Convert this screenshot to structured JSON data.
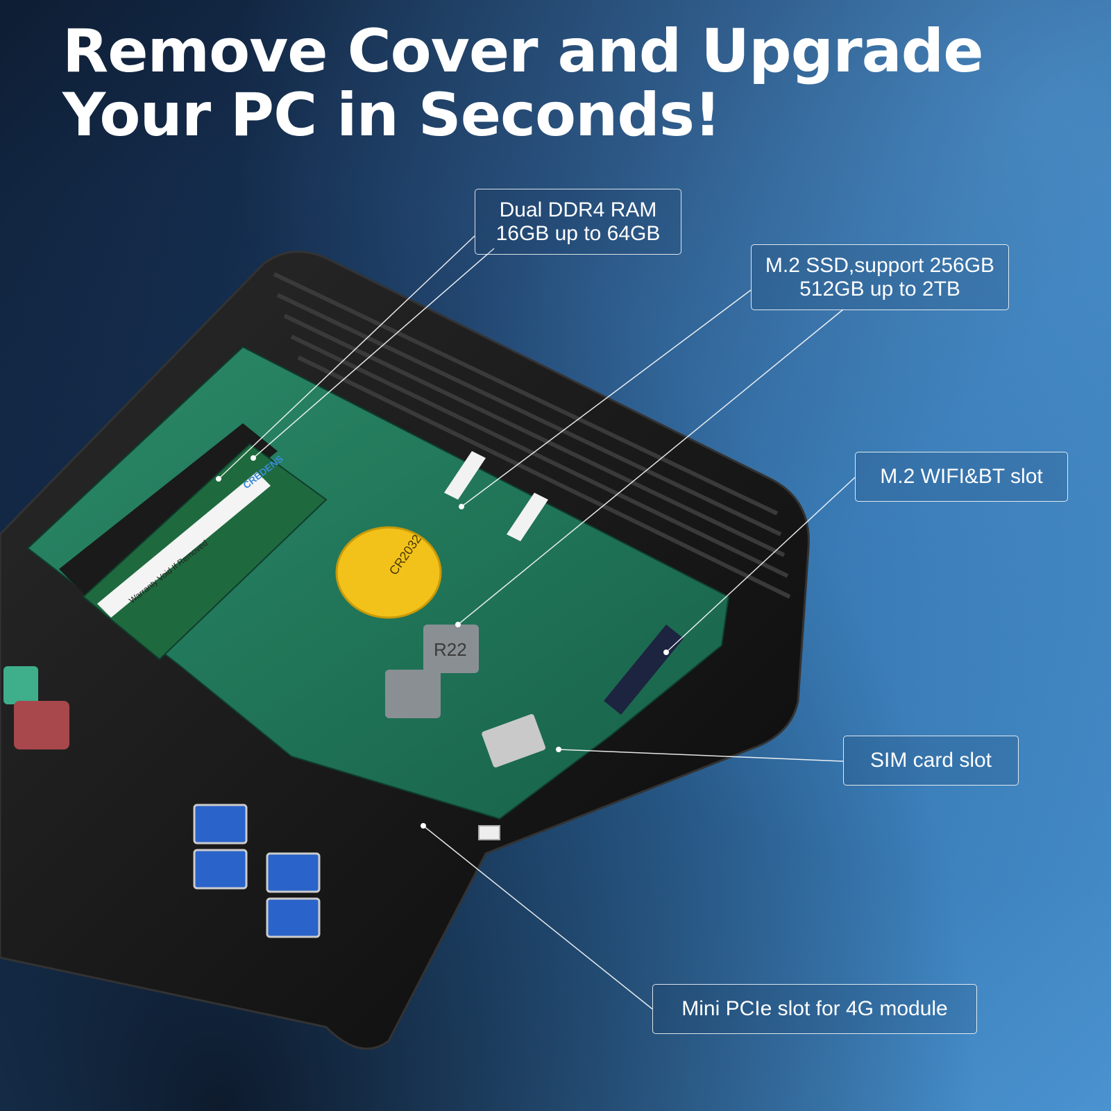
{
  "headline": {
    "line1": "Remove Cover and Upgrade",
    "line2": "Your PC in Seconds!"
  },
  "callouts": {
    "ram": {
      "line1": "Dual DDR4 RAM",
      "line2": "16GB up to 64GB"
    },
    "ssd": {
      "line1": "M.2 SSD,support 256GB",
      "line2": "512GB up to 2TB"
    },
    "wifi": {
      "line1": "M.2 WIFI&BT slot"
    },
    "sim": {
      "line1": "SIM card slot"
    },
    "pcie": {
      "line1": "Mini PCIe slot for 4G module"
    }
  },
  "components": {
    "ram_label": "CREDENS",
    "battery_label": "CR2032",
    "inductor_label": "R22",
    "ram_sticker": "Warranty Void If Removed"
  },
  "colors": {
    "pcb": "#1f7a5c",
    "chassis": "#141414",
    "battery": "#f2c21b",
    "usb_port": "#2a63c9",
    "audio_green": "#3fae8a",
    "audio_red": "#a8484c"
  }
}
